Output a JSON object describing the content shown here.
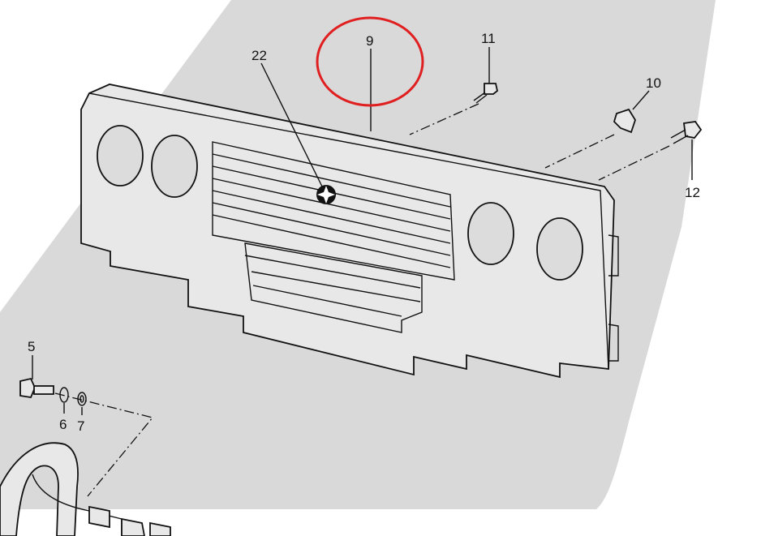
{
  "diagram": {
    "callouts": {
      "grille_panel": "9",
      "emblem": "22",
      "screw_top": "11",
      "clip": "10",
      "screw_right": "12",
      "bolt": "5",
      "washer": "6",
      "grommet": "7"
    },
    "highlight_color": "#e02020",
    "background_color": "#d8d8d8"
  }
}
